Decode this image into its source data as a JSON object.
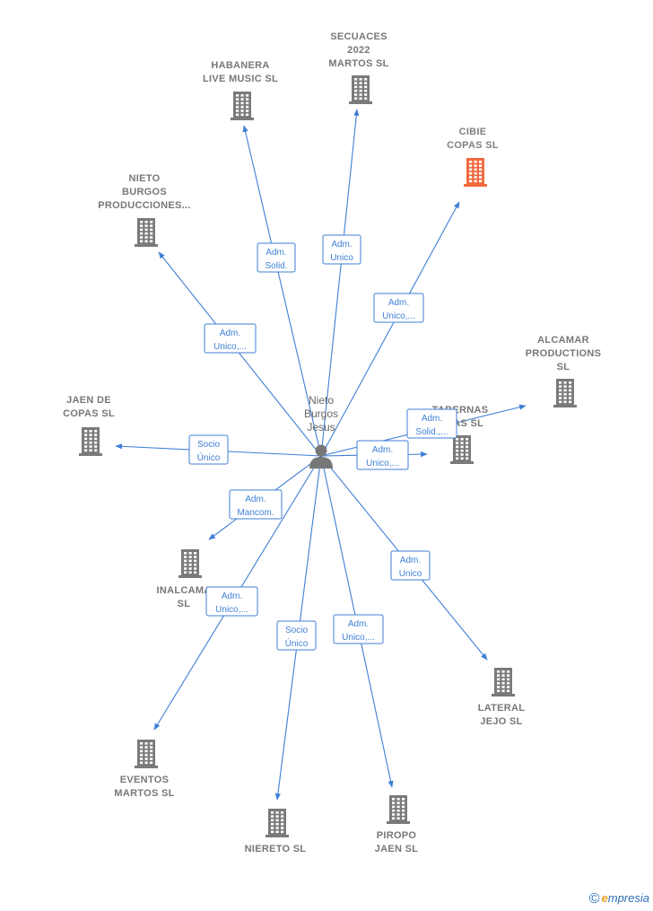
{
  "center": {
    "label_lines": [
      "Nieto",
      "Burgos",
      "Jesus"
    ],
    "icon": "person-icon"
  },
  "colors": {
    "edge": "#3f7fd6",
    "building": "#7a7a7a",
    "highlight": "#f26a3d",
    "label": "#777777"
  },
  "companies": [
    {
      "id": "habanera",
      "lines": [
        "HABANERA",
        "LIVE MUSIC  SL"
      ],
      "icon": "building-icon"
    },
    {
      "id": "secuaces",
      "lines": [
        "SECUACES",
        "2022",
        "MARTOS  SL"
      ],
      "icon": "building-icon"
    },
    {
      "id": "cibie",
      "lines": [
        "CIBIE",
        "COPAS  SL"
      ],
      "icon": "building-icon",
      "highlight": true
    },
    {
      "id": "nieto-burgos",
      "lines": [
        "NIETO",
        "BURGOS",
        "PRODUCCIONES..."
      ],
      "icon": "building-icon"
    },
    {
      "id": "alcamar",
      "lines": [
        "ALCAMAR",
        "PRODUCTIONS",
        "SL"
      ],
      "icon": "building-icon"
    },
    {
      "id": "jaen-de-copas",
      "lines": [
        "JAEN DE",
        "COPAS  SL"
      ],
      "icon": "building-icon"
    },
    {
      "id": "tabernas",
      "lines": [
        "TABERNAS",
        "...CAS  SL"
      ],
      "icon": "building-icon"
    },
    {
      "id": "inalcama",
      "lines": [
        "INALCAMA",
        "SL"
      ],
      "icon": "building-icon"
    },
    {
      "id": "lateral-jejo",
      "lines": [
        "LATERAL",
        "JEJO  SL"
      ],
      "icon": "building-icon"
    },
    {
      "id": "eventos-martos",
      "lines": [
        "EVENTOS",
        "MARTOS  SL"
      ],
      "icon": "building-icon"
    },
    {
      "id": "niereto",
      "lines": [
        "NIERETO  SL"
      ],
      "icon": "building-icon"
    },
    {
      "id": "piropo-jaen",
      "lines": [
        "PIROPO",
        "JAEN  SL"
      ],
      "icon": "building-icon"
    }
  ],
  "edges": [
    {
      "to": "habanera",
      "label": [
        "Adm.",
        "Solid."
      ]
    },
    {
      "to": "secuaces",
      "label": [
        "Adm.",
        "Unico"
      ]
    },
    {
      "to": "cibie",
      "label": [
        "Adm.",
        "Unico,..."
      ]
    },
    {
      "to": "nieto-burgos",
      "label": [
        "Adm.",
        "Unico,..."
      ]
    },
    {
      "to": "alcamar",
      "label": [
        "Adm.",
        "Solid.,..."
      ]
    },
    {
      "to": "jaen-de-copas",
      "label": [
        "Socio",
        "Único"
      ]
    },
    {
      "to": "tabernas",
      "label": [
        "Adm.",
        "Unico,..."
      ]
    },
    {
      "to": "inalcama",
      "label": [
        "Adm.",
        "Mancom."
      ]
    },
    {
      "to": "lateral-jejo",
      "label": [
        "Adm.",
        "Unico"
      ]
    },
    {
      "to": "eventos-martos",
      "label": [
        "Adm.",
        "Unico,..."
      ]
    },
    {
      "to": "niereto",
      "label": [
        "Socio",
        "Único"
      ]
    },
    {
      "to": "piropo-jaen",
      "label": [
        "Adm.",
        "Unico,..."
      ]
    }
  ],
  "watermark": {
    "symbol": "©",
    "brand_first": "e",
    "brand_rest": "mpresia"
  }
}
